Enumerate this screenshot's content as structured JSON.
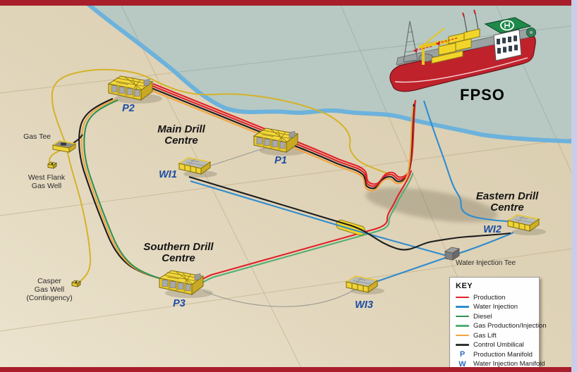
{
  "window": {
    "frame_color": "#a81e2b",
    "side_strip_color": "#c9cdea"
  },
  "map": {
    "fpso_label": "FPSO",
    "drill_centres": {
      "main": "Main Drill\nCentre",
      "southern": "Southern Drill\nCentre",
      "eastern": "Eastern Drill\nCentre"
    },
    "manifolds": {
      "p1": "P1",
      "p2": "P2",
      "p3": "P3",
      "wi1": "WI1",
      "wi2": "WI2",
      "wi3": "WI3"
    },
    "sites": {
      "gas_tee": "Gas Tee",
      "west_flank": "West Flank\nGas Well",
      "casper": "Casper\nGas Well\n(Contingency)",
      "wi_tee": "Water Injection Tee"
    }
  },
  "colors": {
    "production": "#e02128",
    "water_injection": "#2f8cce",
    "diesel": "#2f9151",
    "gas_prod_inj": "#53ae74",
    "gas_lift": "#f2a33e",
    "umbilical": "#1d1d1d",
    "gas_line": "#d4b32a",
    "jumper_gray": "#9a9a94",
    "sea": "#b7c9c2",
    "seabed": "#ded2b6",
    "coast": "#6cb2dc",
    "manifold_label": "#1b4ca4"
  },
  "legend": {
    "title": "KEY",
    "line_items": [
      {
        "label": "Production",
        "color": "#e02128"
      },
      {
        "label": "Water Injection",
        "color": "#2f8cce"
      },
      {
        "label": "Diesel",
        "color": "#2f9151"
      },
      {
        "label": "Gas Production/Injection",
        "color": "#53ae74"
      },
      {
        "label": "Gas Lift",
        "color": "#f2a33e"
      },
      {
        "label": "Control Umbilical",
        "color": "#333333"
      }
    ],
    "symbol_items": [
      {
        "symbol": "P",
        "label": "Production Manifold"
      },
      {
        "symbol": "W",
        "label": "Water Injection Manifold"
      }
    ]
  }
}
